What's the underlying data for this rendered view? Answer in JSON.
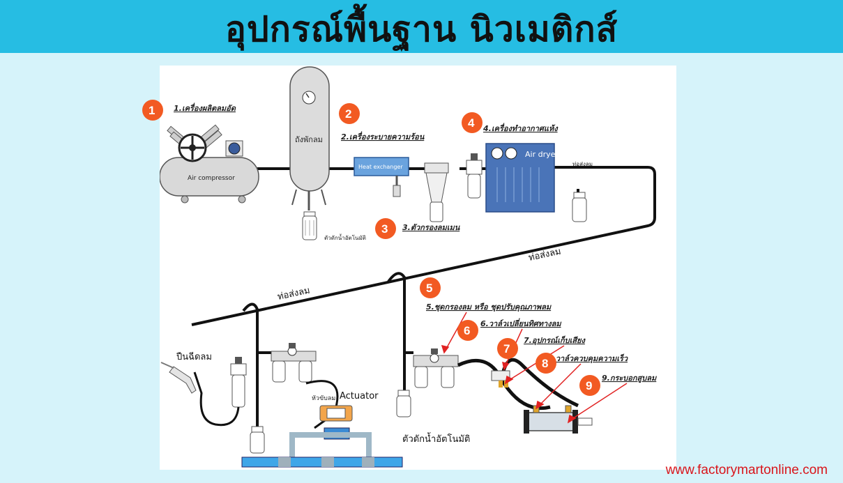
{
  "title": "อุปกรณ์พื้นฐาน นิวเมติกส์",
  "footer_url": "www.factorymartonline.com",
  "colors": {
    "banner": "#26bde3",
    "background": "#d6f3fa",
    "badge": "#f25a22",
    "dryer": "#4a74b8",
    "pipe": "#111111",
    "cylinder": "#d7dfe6",
    "url": "#d9151b"
  },
  "badges": [
    "1",
    "2",
    "3",
    "4",
    "5",
    "6",
    "7",
    "8",
    "9"
  ],
  "labels": {
    "compressor": "1.เครื่องผลิตลมอัด",
    "tank": "ถังพักลม",
    "cooler": "2.เครื่องระบายความร้อน",
    "main_filter": "3.ตัวกรองลมเมน",
    "dryer": "4.เครื่องทำอากาศแห้ง",
    "frl": "5.ชุดกรองลม หรือ ชุดปรับคุณภาพลม",
    "valve": "6.วาล์วเปลี่ยนทิศทางลม",
    "silencer": "7.อุปกรณ์เก็บเสียง",
    "flow_control": "8.วาล์วควบคุมความเร็ว",
    "cylinder": "9.กระบอกสูบลม",
    "auto_drain_top": "ตัวดักน้ำอัตโนมัติ",
    "auto_drain_bottom": "ตัวดักน้ำอัตโนมัติ",
    "pipe_small": "ท่อส่งลม",
    "pipe_right": "ท่อส่งลม",
    "pipe_left": "ท่อส่งลม",
    "air_gun": "ปืนฉีดลม",
    "valve_head": "หัวขับลม"
  },
  "device_text": {
    "air_compressor": "Air compressor",
    "heat_exchanger": "Heat exchanger",
    "air_dryer": "Air dryer",
    "actuator": "Actuator"
  }
}
